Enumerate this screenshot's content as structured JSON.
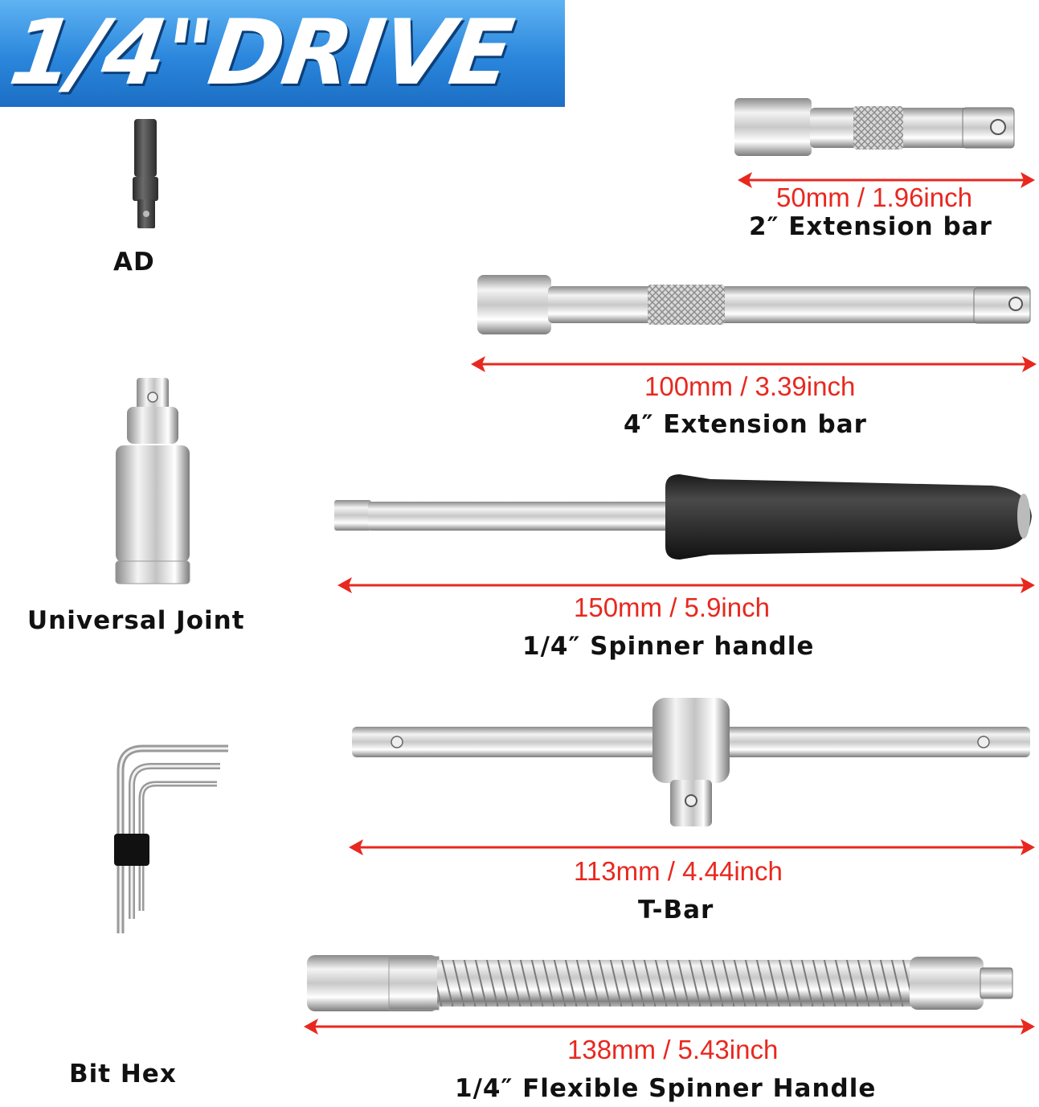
{
  "banner": {
    "title": "1/4\"DRIVE"
  },
  "colors": {
    "banner_blue": "#2a86dc",
    "arrow_red": "#e8281f",
    "label_black": "#111111"
  },
  "left_tools": [
    {
      "label": "AD"
    },
    {
      "label": "Universal Joint"
    },
    {
      "label": "Bit Hex"
    }
  ],
  "right_tools": [
    {
      "measure": "50mm / 1.96inch",
      "label": "2″ Extension bar"
    },
    {
      "measure": "100mm / 3.39inch",
      "label": "4″ Extension bar"
    },
    {
      "measure": "150mm / 5.9inch",
      "label": "1/4″ Spinner handle"
    },
    {
      "measure": "113mm / 4.44inch",
      "label": "T-Bar"
    },
    {
      "measure": "138mm / 5.43inch",
      "label": "1/4″ Flexible Spinner Handle"
    }
  ]
}
